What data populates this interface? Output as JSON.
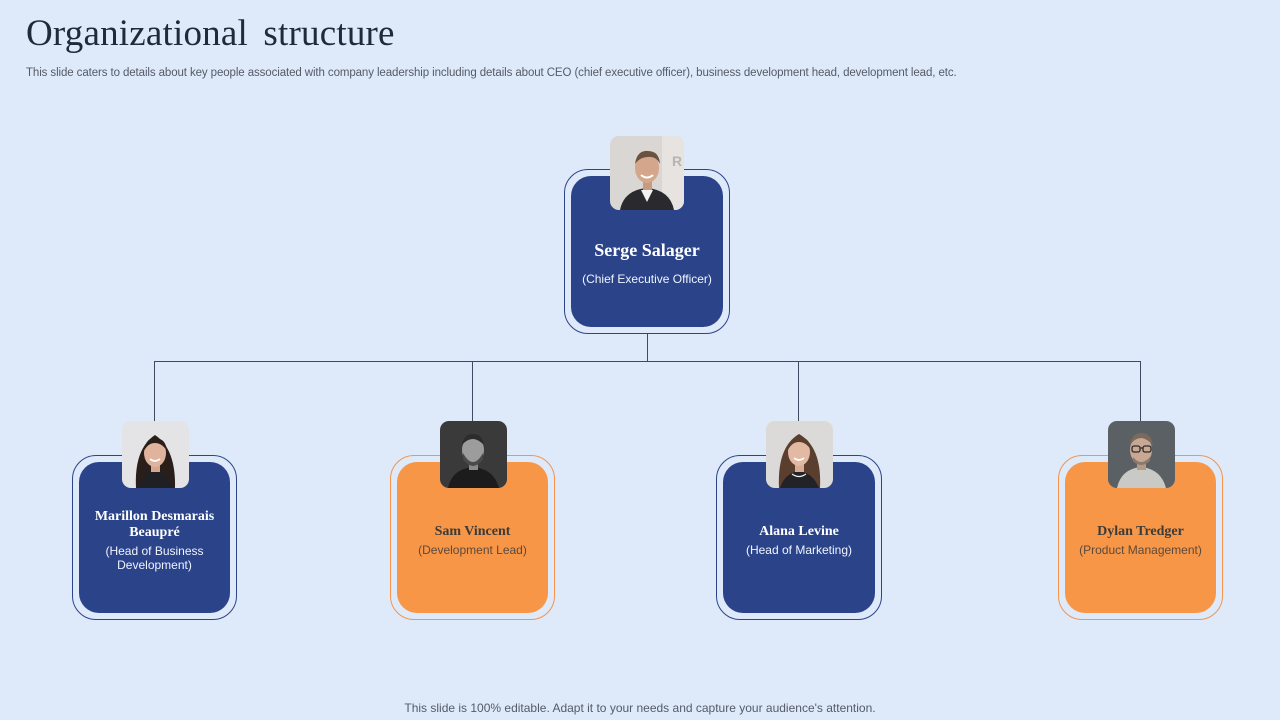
{
  "slide": {
    "title": "Organizational  structure",
    "subtitle": "This slide caters to details about key people associated with company leadership including details about CEO (chief executive officer), business development head, development lead, etc.",
    "footer": "This slide is 100% editable. Adapt it to your needs and capture your audience's attention."
  },
  "ceo": {
    "name": "Serge Salager",
    "role": "(Chief Executive  Officer)",
    "photo": "portrait-man-smiling"
  },
  "members": [
    {
      "name": "Marillon Desmarais Beaupré",
      "role": "(Head of Business Development)",
      "color": "#2b4489",
      "photo": "portrait-woman-dark-hair"
    },
    {
      "name": "Sam Vincent",
      "role": "(Development Lead)",
      "color": "#f79646",
      "photo": "portrait-man-beard"
    },
    {
      "name": "Alana Levine",
      "role": "(Head of Marketing)",
      "color": "#2b4489",
      "photo": "portrait-woman-smiling"
    },
    {
      "name": "Dylan Tredger",
      "role": "(Product Management)",
      "color": "#f79646",
      "photo": "portrait-man-glasses"
    }
  ],
  "colors": {
    "background": "#dee9fa",
    "blue": "#2b4489",
    "orange": "#f79646",
    "connector": "#3c4a63"
  }
}
